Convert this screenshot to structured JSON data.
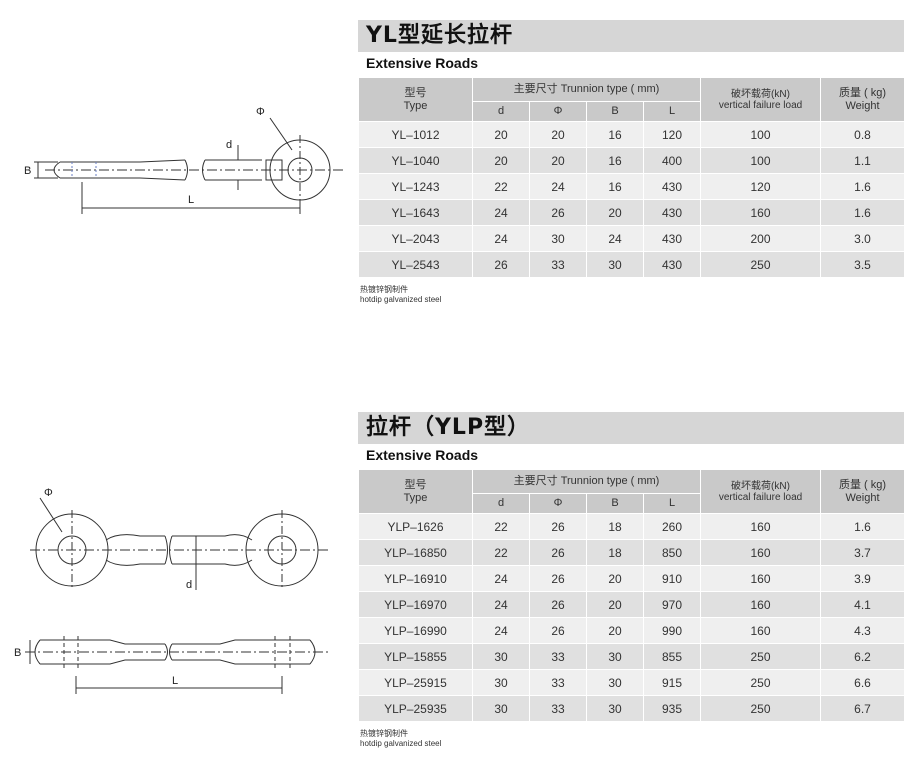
{
  "section1": {
    "title": "YL型延长拉杆",
    "subtitle": "Extensive Roads",
    "header": {
      "type_cn": "型号",
      "type_en": "Type",
      "dims_group": "主要尺寸 Trunnion type ( mm)",
      "d": "d",
      "phi": "Φ",
      "b": "B",
      "l": "L",
      "load_cn": "破坏载荷(kN)",
      "load_en": "vertical failure load",
      "weight_cn": "质量 ( kg)",
      "weight_en": "Weight"
    },
    "rows": [
      [
        "YL–1012",
        "20",
        "20",
        "16",
        "120",
        "100",
        "0.8"
      ],
      [
        "YL–1040",
        "20",
        "20",
        "16",
        "400",
        "100",
        "1.1"
      ],
      [
        "YL–1243",
        "22",
        "24",
        "16",
        "430",
        "120",
        "1.6"
      ],
      [
        "YL–1643",
        "24",
        "26",
        "20",
        "430",
        "160",
        "1.6"
      ],
      [
        "YL–2043",
        "24",
        "30",
        "24",
        "430",
        "200",
        "3.0"
      ],
      [
        "YL–2543",
        "26",
        "33",
        "30",
        "430",
        "250",
        "3.5"
      ]
    ],
    "note_cn": "热镀锌钢制件",
    "note_en": "hotdip galvanized steel"
  },
  "section2": {
    "title": "拉杆（YLP型）",
    "subtitle": "Extensive Roads",
    "header": {
      "type_cn": "型号",
      "type_en": "Type",
      "dims_group": "主要尺寸 Trunnion type ( mm)",
      "d": "d",
      "phi": "Φ",
      "b": "B",
      "l": "L",
      "load_cn": "破坏载荷(kN)",
      "load_en": "vertical failure load",
      "weight_cn": "质量 ( kg)",
      "weight_en": "Weight"
    },
    "rows": [
      [
        "YLP–1626",
        "22",
        "26",
        "18",
        "260",
        "160",
        "1.6"
      ],
      [
        "YLP–16850",
        "22",
        "26",
        "18",
        "850",
        "160",
        "3.7"
      ],
      [
        "YLP–16910",
        "24",
        "26",
        "20",
        "910",
        "160",
        "3.9"
      ],
      [
        "YLP–16970",
        "24",
        "26",
        "20",
        "970",
        "160",
        "4.1"
      ],
      [
        "YLP–16990",
        "24",
        "26",
        "20",
        "990",
        "160",
        "4.3"
      ],
      [
        "YLP–15855",
        "30",
        "33",
        "30",
        "855",
        "250",
        "6.2"
      ],
      [
        "YLP–25915",
        "30",
        "33",
        "30",
        "915",
        "250",
        "6.6"
      ],
      [
        "YLP–25935",
        "30",
        "33",
        "30",
        "935",
        "250",
        "6.7"
      ]
    ],
    "note_cn": "热镀锌钢制件",
    "note_en": "hotdip galvanized steel"
  },
  "drawing_labels": {
    "b": "B",
    "l": "L",
    "d": "d",
    "phi": "Φ"
  }
}
